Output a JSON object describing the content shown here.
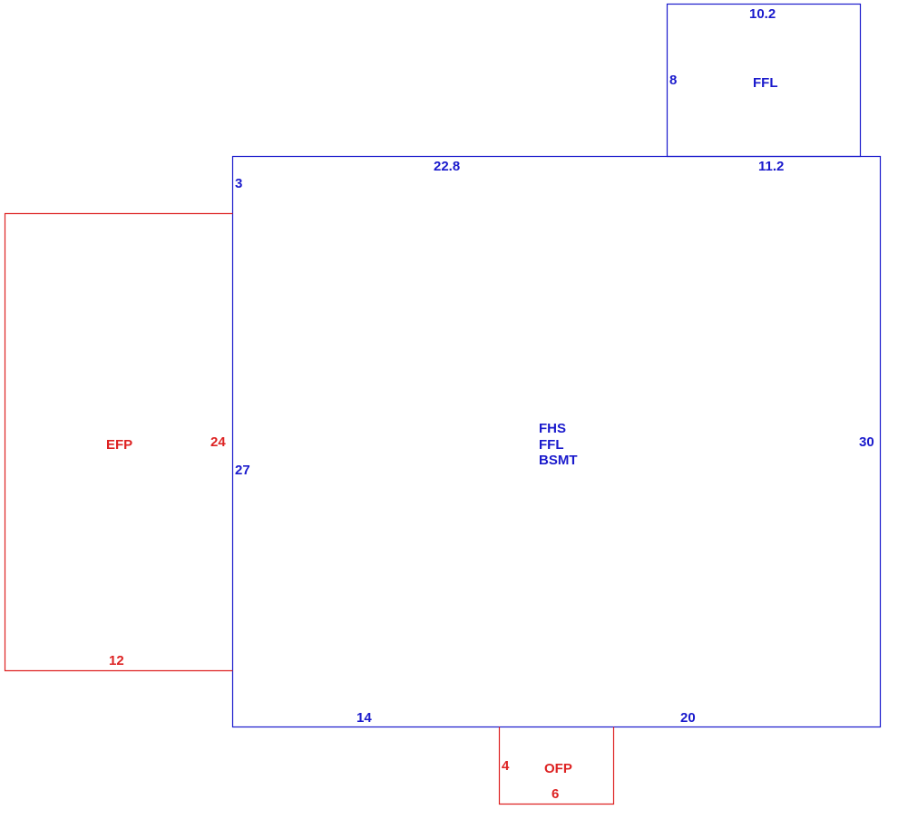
{
  "colors": {
    "main_outline": "#1a1acc",
    "secondary_outline": "#dd2222",
    "background": "#ffffff"
  },
  "areas": {
    "main": {
      "label_lines": [
        "FHS",
        "FFL",
        "BSMT"
      ]
    },
    "upper_addition": {
      "label": "FFL"
    },
    "left_porch": {
      "label": "EFP"
    },
    "bottom_porch": {
      "label": "OFP"
    }
  },
  "dimensions": {
    "main_top_left": "22.8",
    "main_top_right": "11.2",
    "main_left_upper": "3",
    "main_left_lower": "27",
    "main_right": "30",
    "main_bottom_left": "14",
    "main_bottom_right": "20",
    "upper_top": "10.2",
    "upper_left": "8",
    "left_porch_side": "24",
    "left_porch_bottom": "12",
    "bottom_porch_side": "4",
    "bottom_porch_bottom": "6"
  }
}
